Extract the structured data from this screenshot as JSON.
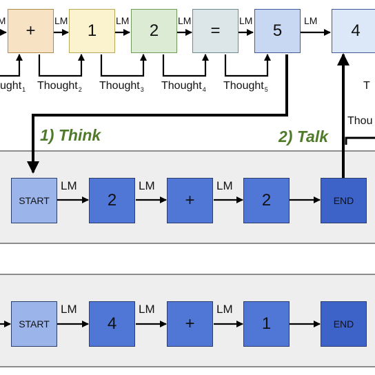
{
  "top_row": {
    "tokens": [
      "+",
      "1",
      "2",
      "=",
      "5",
      "4"
    ],
    "lm_labels": [
      "LM",
      "LM",
      "LM",
      "LM",
      "LM",
      "LM"
    ],
    "thoughts": [
      {
        "text": "Thought",
        "sub": "1",
        "partial": "ught"
      },
      {
        "text": "Thought",
        "sub": "2"
      },
      {
        "text": "Thought",
        "sub": "3"
      },
      {
        "text": "Thought",
        "sub": "4"
      },
      {
        "text": "Thought",
        "sub": "5"
      }
    ],
    "right_thought": "Thou"
  },
  "phases": {
    "think": "1) Think",
    "talk": "2) Talk"
  },
  "thought_row_1": {
    "tokens": [
      "START",
      "2",
      "+",
      "2",
      "END"
    ],
    "lm_labels": [
      "LM",
      "LM",
      "LM"
    ]
  },
  "thought_row_2": {
    "tokens": [
      "START",
      "4",
      "+",
      "1",
      "END"
    ],
    "lm_labels": [
      "LM",
      "LM",
      "LM"
    ]
  },
  "colors": {
    "plus_box": "#f7e2c3",
    "one_box": "#fbf3ce",
    "two_box": "#dcebd3",
    "eq_box": "#dce6e8",
    "five_box": "#c8d8f2",
    "four_box": "#dce8f7",
    "start_box": "#9bb4ea",
    "token_box": "#5077d6",
    "end_box": "#3d63c8",
    "phase_text": "#4f7a2a"
  }
}
